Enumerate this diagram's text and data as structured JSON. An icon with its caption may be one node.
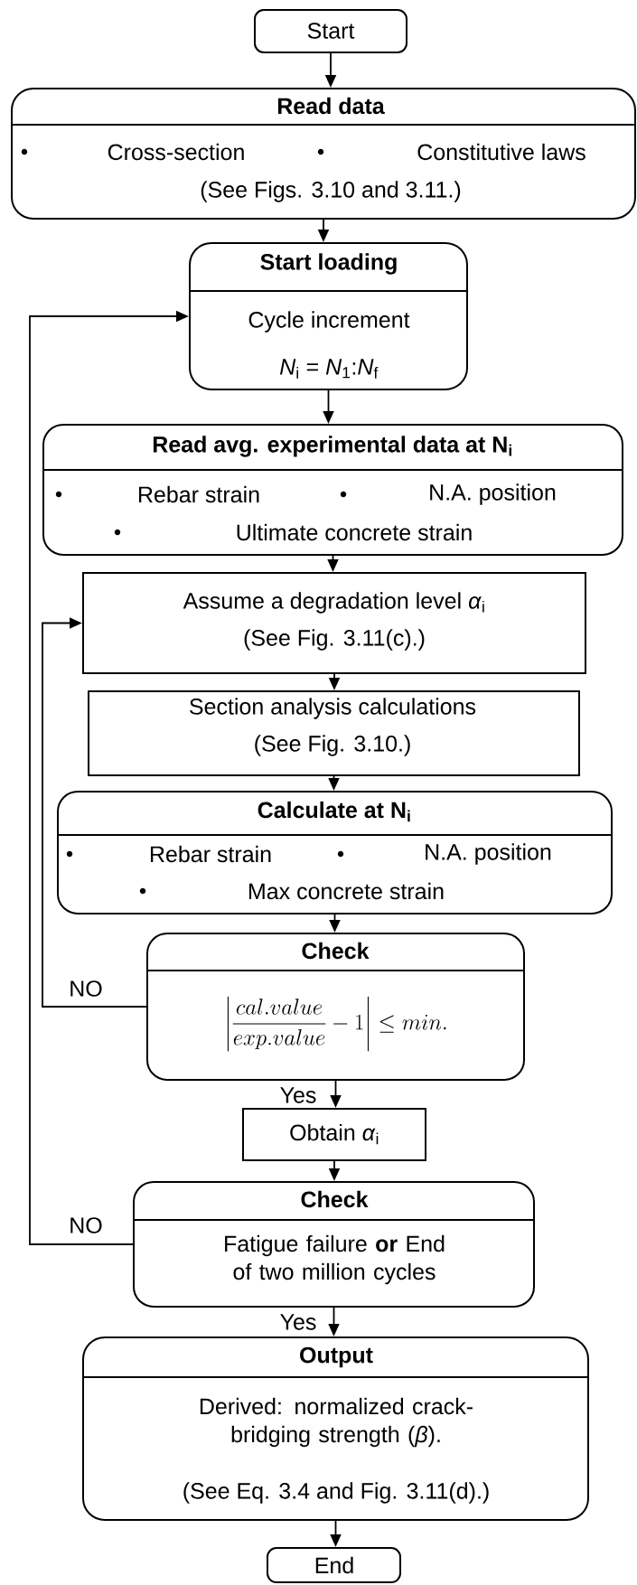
{
  "diagram": {
    "nodes": [
      {
        "text": [
          "Start"
        ]
      },
      {
        "text": [
          "Read data",
          "Cross-section",
          "Constitutive laws",
          "(See Figs. 3.10 and 3.11.)"
        ]
      },
      {
        "text": [
          "Start loading",
          "Cycle increment",
          "*N*$_{i}$ = *N*$_{1}$:*N*$_{f}$"
        ]
      },
      {
        "text": [
          "Read avg. experimental data at N$_{i}$",
          "Rebar strain",
          "N.A. position",
          "Ultimate concrete strain"
        ]
      },
      {
        "text": [
          "Assume a degradation level *α*$_{i}$",
          "(See Fig. 3.11(c).)"
        ]
      },
      {
        "text": [
          "Section analysis calculations",
          "(See Fig. 3.10.)"
        ]
      },
      {
        "text": [
          "Calculate at N$_{i}$",
          "Rebar strain",
          "N.A. position",
          "Max concrete strain"
        ]
      },
      {
        "text": [
          "Check",
          "\\left|\\frac{cal.value}{exp.value}-1\\right|\\le min."
        ]
      },
      {
        "text": [
          "Obtain *α*$_{i}$"
        ]
      },
      {
        "text": [
          "Check",
          "Fatigue failure **or** End of two million cycles"
        ]
      },
      {
        "text": [
          "Output",
          "Derived: normalized crack-bridging strength (*β*).",
          "(See Eq. 3.4 and Fig. 3.11(d).)"
        ]
      },
      {
        "text": [
          "End"
        ]
      }
    ],
    "edges": [
      {
        "from": 0,
        "to": 1,
        "arrow": "to"
      },
      {
        "from": 1,
        "to": 2,
        "arrow": "to"
      },
      {
        "from": 2,
        "to": 3,
        "arrow": "to"
      },
      {
        "from": 3,
        "to": 4,
        "arrow": "to"
      },
      {
        "from": 4,
        "to": 5,
        "arrow": "to"
      },
      {
        "from": 5,
        "to": 6,
        "arrow": "to"
      },
      {
        "from": 6,
        "to": 7,
        "arrow": "to"
      },
      {
        "from": 7,
        "to": 8,
        "arrow": "to",
        "label": "Yes"
      },
      {
        "from": 8,
        "to": 9,
        "arrow": "to"
      },
      {
        "from": 9,
        "to": 10,
        "arrow": "to",
        "label": "Yes"
      },
      {
        "from": 10,
        "to": 11,
        "arrow": "to"
      },
      {
        "from": 7,
        "to": 4,
        "arrow": "to",
        "label": "NO"
      },
      {
        "from": 9,
        "to": 2,
        "arrow": "to",
        "label": "NO"
      }
    ]
  }
}
